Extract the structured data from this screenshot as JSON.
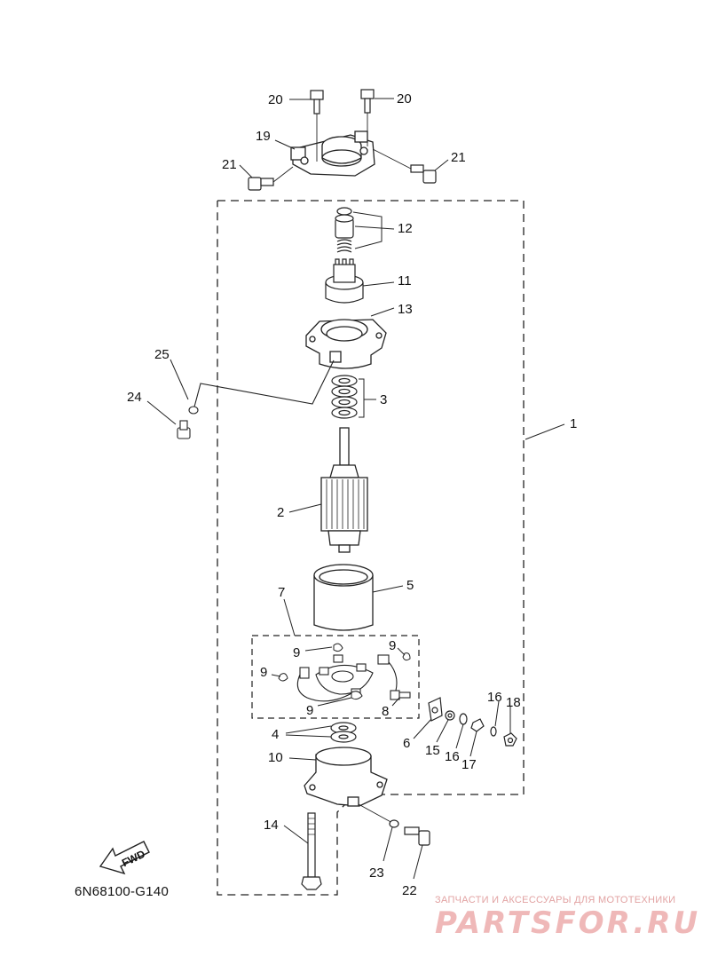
{
  "diagram": {
    "part_labels": [
      "20",
      "20",
      "19",
      "21",
      "21",
      "12",
      "11",
      "13",
      "25",
      "24",
      "3",
      "1",
      "2",
      "5",
      "7",
      "9",
      "9",
      "9",
      "9",
      "8",
      "16",
      "18",
      "4",
      "6",
      "15",
      "16",
      "17",
      "10",
      "14",
      "23",
      "22"
    ],
    "fwd_label": "FWD",
    "drawing_code": "6N68100-G140"
  },
  "watermark": {
    "tagline": "ЗАПЧАСТИ И АКСЕССУАРЫ ДЛЯ МОТОТЕХНИКИ",
    "brand": "PARTSFOR.RU"
  }
}
